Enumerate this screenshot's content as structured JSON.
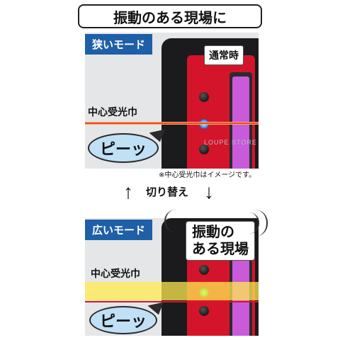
{
  "title": "振動のある現場に",
  "top_panel": {
    "mode_label": "狭いモード",
    "normal_tag": "通常時",
    "center_label": "中心受光巾",
    "bubble_text": "ピーッ",
    "note": "※中心受光巾はイメージです。"
  },
  "switch": {
    "text": "切り替え",
    "up_icon": "up-arrow-icon",
    "down_icon": "down-arrow-icon"
  },
  "bottom_panel": {
    "mode_label": "広いモード",
    "vibration_line1": "振動の",
    "vibration_line2": "ある現場",
    "center_label": "中心受光巾",
    "bubble_text": "ピーッ"
  },
  "colors": {
    "mode_label_bg": "#1e5fa8",
    "device_red": "#d4142a",
    "lcd_purple": "#c95ad9",
    "laser_red": "#d9162a",
    "band_yellow": "#ffeb50",
    "bubble_blue": "#bfe0f5"
  }
}
